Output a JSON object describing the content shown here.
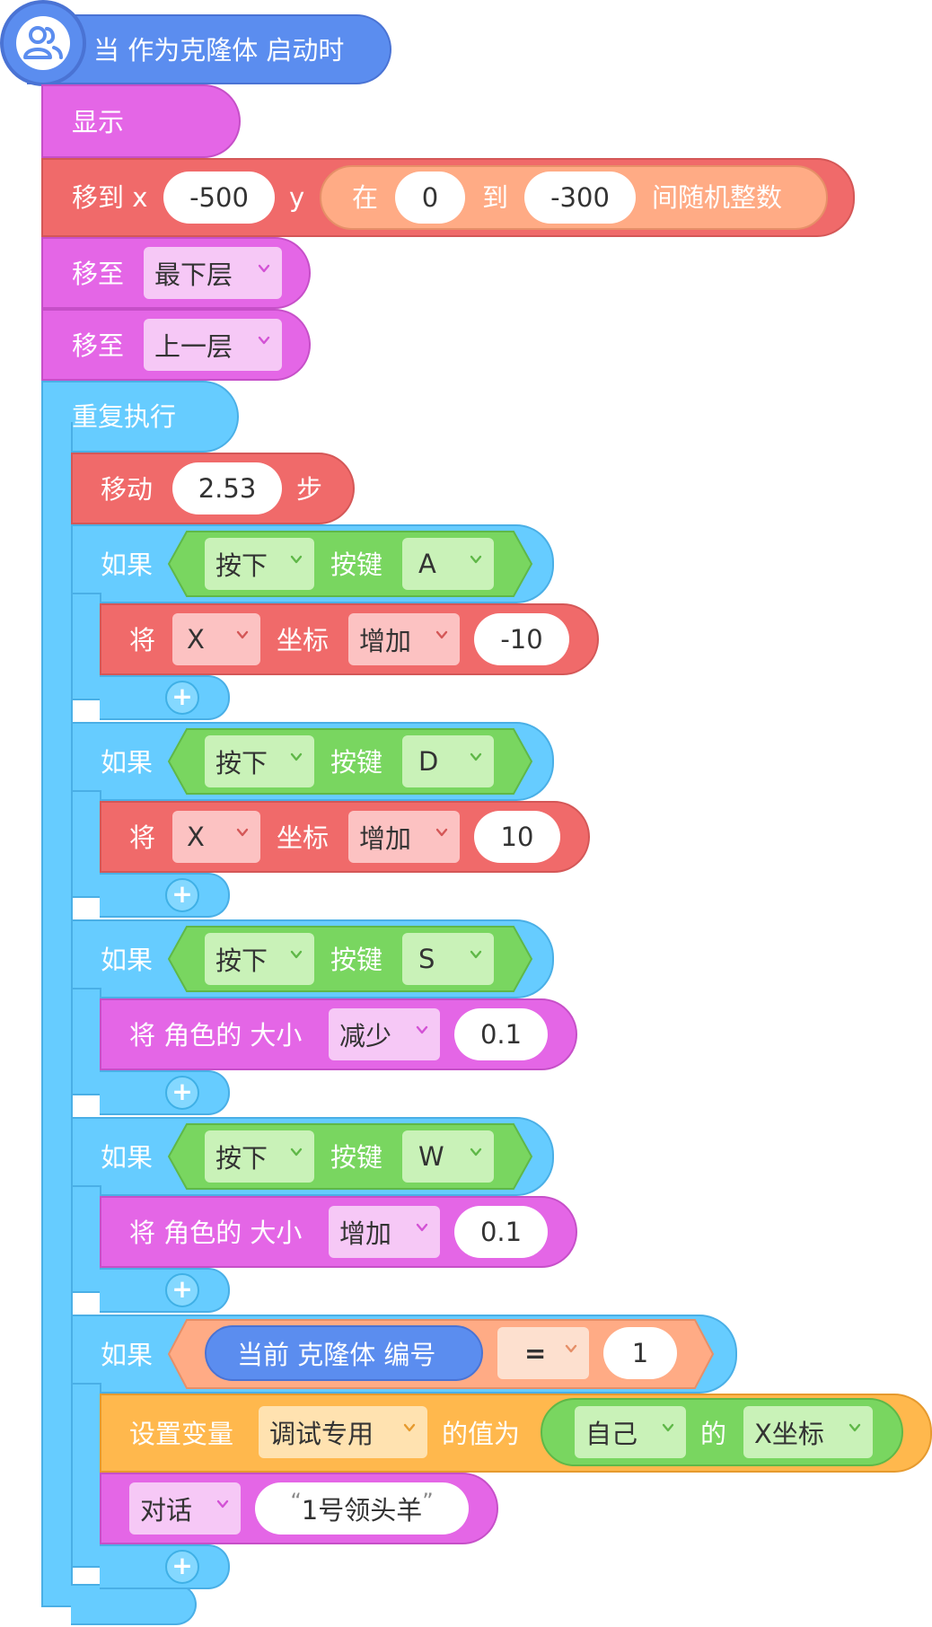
{
  "hat": {
    "label": "当 作为克隆体 启动时",
    "icon": "clone-users-icon"
  },
  "show": {
    "label": "显示"
  },
  "goto": {
    "prefix": "移到 x",
    "x": "-500",
    "y_label": "y",
    "random": {
      "from_label": "在",
      "from": "0",
      "to_label": "到",
      "to": "-300",
      "suffix": "间随机整数"
    }
  },
  "layer1": {
    "label": "移至",
    "value": "最下层"
  },
  "layer2": {
    "label": "移至",
    "value": "上一层"
  },
  "forever": {
    "label": "重复执行"
  },
  "move": {
    "label": "移动",
    "value": "2.53",
    "suffix": "步"
  },
  "if_a": {
    "if_label": "如果",
    "key_mode": "按下",
    "key_label": "按键",
    "key": "A",
    "body": {
      "set_label": "将",
      "axis": "X",
      "coord_label": "坐标",
      "op": "增加",
      "value": "-10"
    }
  },
  "if_d": {
    "if_label": "如果",
    "key_mode": "按下",
    "key_label": "按键",
    "key": "D",
    "body": {
      "set_label": "将",
      "axis": "X",
      "coord_label": "坐标",
      "op": "增加",
      "value": "10"
    }
  },
  "if_s": {
    "if_label": "如果",
    "key_mode": "按下",
    "key_label": "按键",
    "key": "S",
    "body": {
      "label": "将 角色的 大小",
      "op": "减少",
      "value": "0.1"
    }
  },
  "if_w": {
    "if_label": "如果",
    "key_mode": "按下",
    "key_label": "按键",
    "key": "W",
    "body": {
      "label": "将 角色的 大小",
      "op": "增加",
      "value": "0.1"
    }
  },
  "if_clone": {
    "if_label": "如果",
    "reporter": "当前 克隆体 编号",
    "op": "=",
    "value": "1",
    "setvar": {
      "label": "设置变量",
      "var": "调试专用",
      "value_label": "的值为",
      "obj": "自己",
      "of_label": "的",
      "prop": "X坐标"
    },
    "say": {
      "mode": "对话",
      "text": "1号领头羊",
      "open_quote": "“",
      "close_quote": "”"
    }
  },
  "plus_symbol": "+",
  "colors": {
    "control": "#66ccff",
    "looks": "#e466e6",
    "motion": "#f06a6a",
    "sensing": "#79d660",
    "operator": "#ffab85",
    "variable": "#ffb84d",
    "event": "#5b8def"
  }
}
